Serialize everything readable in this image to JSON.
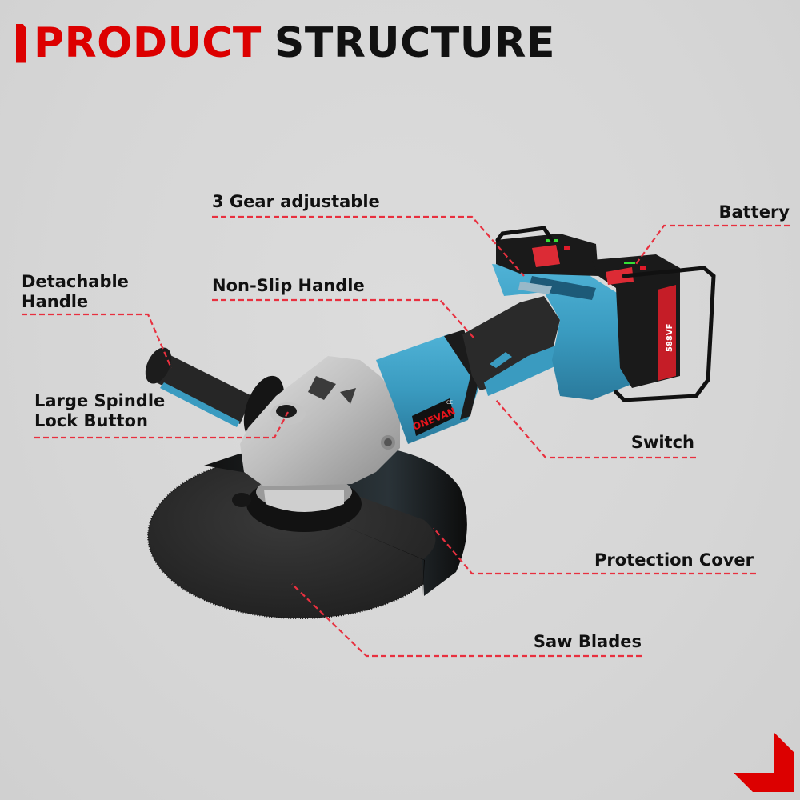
{
  "header": {
    "title_part1": "PRODUCT",
    "title_part2": "STRUCTURE",
    "accent_color": "#dc0000"
  },
  "product": {
    "brand": "ONEVAN",
    "cert_mark": "CE",
    "battery_label": "588VF",
    "type": "cordless angle grinder"
  },
  "callouts": [
    {
      "id": "gear",
      "label": "3 Gear adjustable"
    },
    {
      "id": "battery",
      "label": "Battery"
    },
    {
      "id": "detachable-handle",
      "label_line1": "Detachable",
      "label_line2": "Handle"
    },
    {
      "id": "non-slip-handle",
      "label": "Non-Slip Handle"
    },
    {
      "id": "spindle-lock",
      "label_line1": "Large Spindle",
      "label_line2": "Lock Button"
    },
    {
      "id": "switch",
      "label": "Switch"
    },
    {
      "id": "protection-cover",
      "label": "Protection Cover"
    },
    {
      "id": "saw-blades",
      "label": "Saw Blades"
    }
  ],
  "colors": {
    "leader_line": "#e8303f",
    "body_blue": "#3a9bc0",
    "housing_gray": "#b8b8b8",
    "rubber_black": "#222222"
  }
}
